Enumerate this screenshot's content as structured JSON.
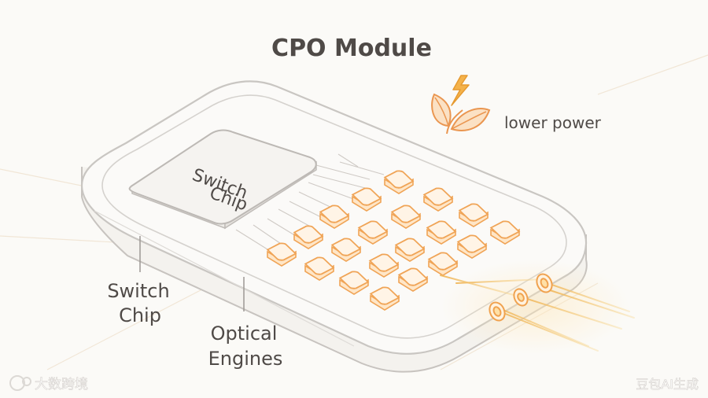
{
  "title": "CPO Module",
  "chip_label_line1": "Switch",
  "chip_label_line2": "Chip",
  "callouts": {
    "power": "lower power",
    "switch_line1": "Switch",
    "switch_line2": "Chip",
    "optical_line1": "Optical",
    "optical_line2": "Engines"
  },
  "watermarks": {
    "left": "大数跨境",
    "right": "豆包AI生成"
  },
  "colors": {
    "outline": "#c9c6c2",
    "chip_fill": "#f6f5f2",
    "engine_stroke": "#f0a456",
    "engine_fill": "#fff4e6",
    "fiber": "#f4c870",
    "leaf": "#ef9b53",
    "bolt": "#f2a23c",
    "text": "#4f4a47"
  },
  "icons": {
    "power": "leaf-bolt-icon",
    "logo": "swirl-logo-icon"
  }
}
